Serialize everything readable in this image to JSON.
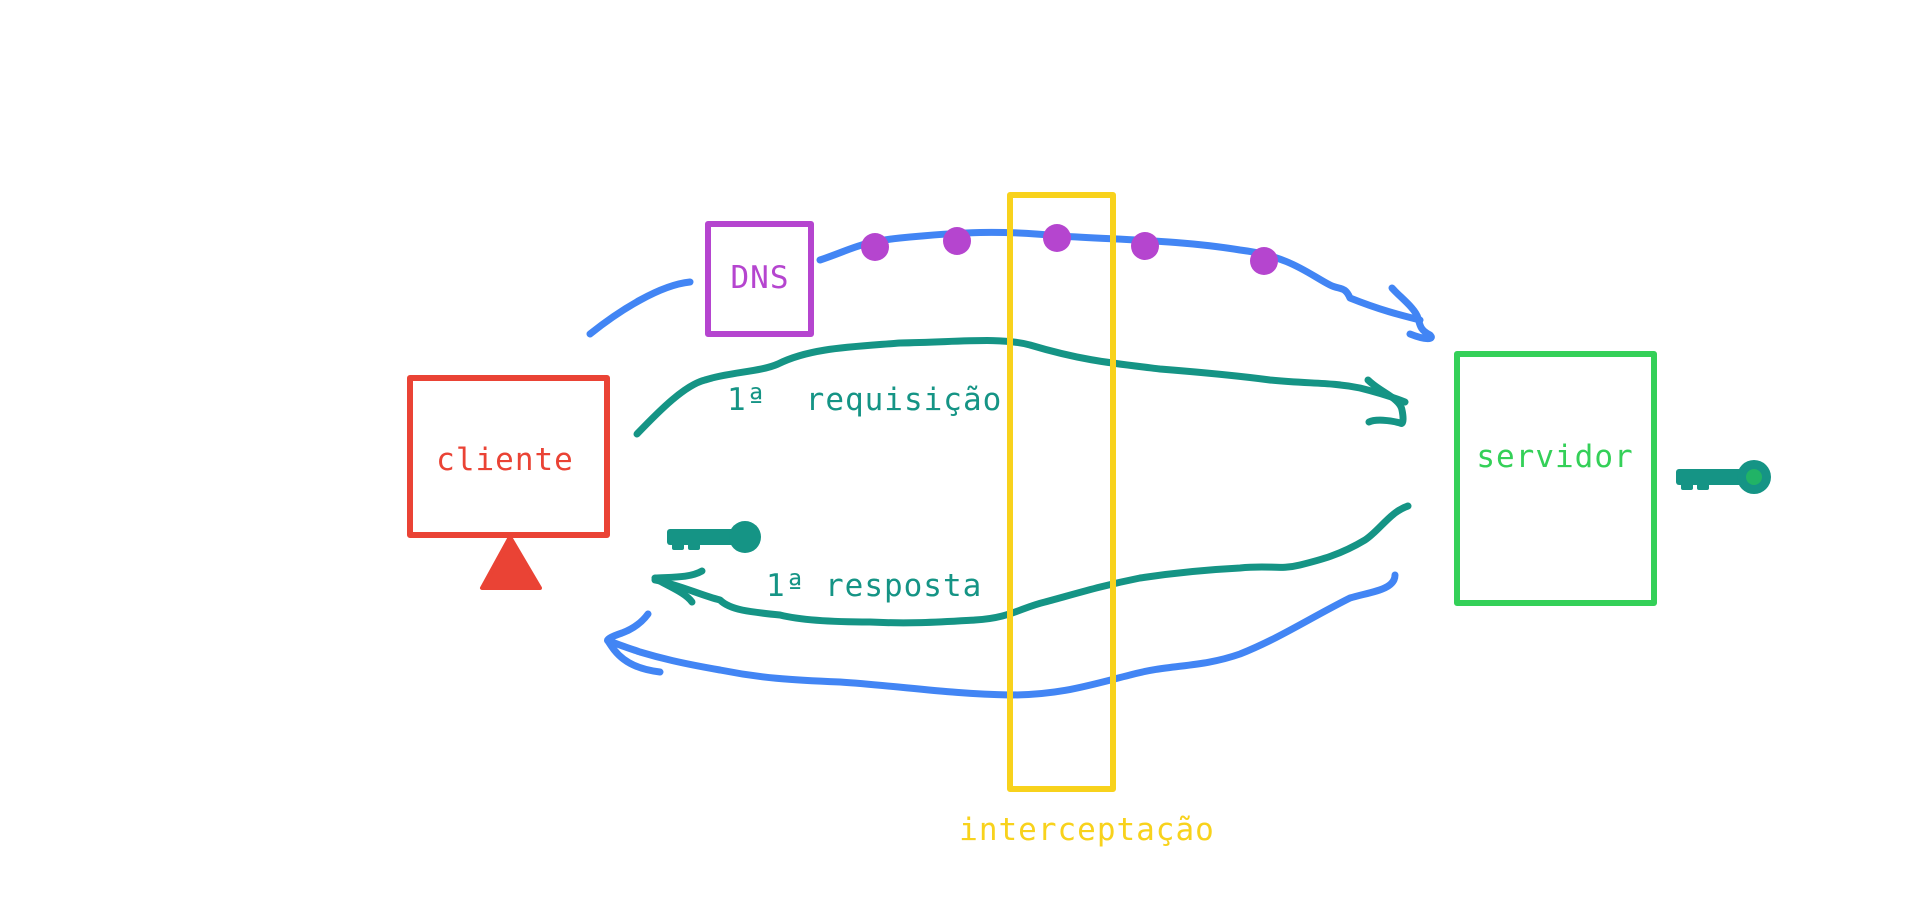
{
  "nodes": {
    "client": {
      "label": "cliente"
    },
    "dns": {
      "label": "DNS"
    },
    "server": {
      "label": "servidor"
    },
    "interception": {
      "label": "interceptação"
    }
  },
  "flows": {
    "request": {
      "label": "1ª  requisição"
    },
    "response": {
      "label": "1ª resposta"
    }
  },
  "colors": {
    "client": "#EA4335",
    "dns": "#B545CF",
    "server": "#34D058",
    "interception": "#F8D21C",
    "flow_blue": "#4285F4",
    "flow_teal": "#159485",
    "dns_dot": "#B545CF",
    "key": "#159485",
    "key_highlight": "#21B366"
  },
  "icons": {
    "client_base": "triangle-icon",
    "client_key": "key-icon",
    "server_key": "key-icon"
  }
}
